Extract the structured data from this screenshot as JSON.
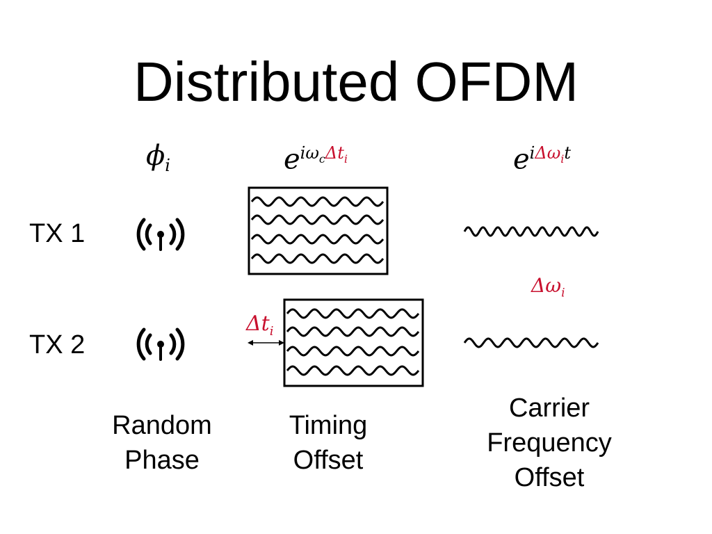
{
  "title": "Distributed OFDM",
  "rows": [
    {
      "label": "TX 1"
    },
    {
      "label": "TX 2"
    }
  ],
  "columns": [
    {
      "caption": "Random\nPhase"
    },
    {
      "caption": "Timing\nOffset"
    },
    {
      "caption": "Carrier\nFrequency\nOffset"
    }
  ],
  "math": {
    "phase": {
      "symbol": "ϕ",
      "sub": "i"
    },
    "timing": {
      "base": "e",
      "sup_black": "iω",
      "sup_sub": "c",
      "sup_red": "Δt",
      "sup_red_sub": "i"
    },
    "cfo": {
      "base": "e",
      "sup_black": "i",
      "sup_red": "Δω",
      "sup_red_sub": "i",
      "sup_tail": "t"
    },
    "delta_t": {
      "symbol": "Δt",
      "sub": "i"
    },
    "delta_omega": {
      "symbol": "Δω",
      "sub": "i"
    }
  },
  "colors": {
    "highlight": "#c8102e",
    "ink": "#000000"
  },
  "icons": [
    "antenna-icon",
    "antenna-icon"
  ]
}
